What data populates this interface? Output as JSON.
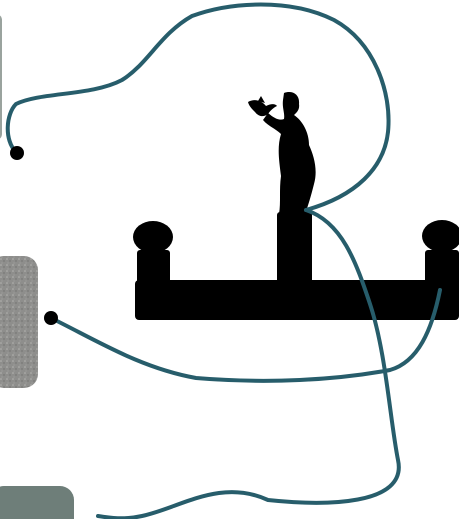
{
  "scene": {
    "line_color": "#275d6b",
    "silhouette_color": "#000000",
    "background_color": "#ffffff",
    "tiles": [
      {
        "name": "top-image-tile",
        "fill": "#9aa39e"
      },
      {
        "name": "middle-image-tile",
        "fill": "#8e8e8c"
      },
      {
        "name": "bottom-image-tile",
        "fill": "#6e7e79"
      }
    ]
  }
}
